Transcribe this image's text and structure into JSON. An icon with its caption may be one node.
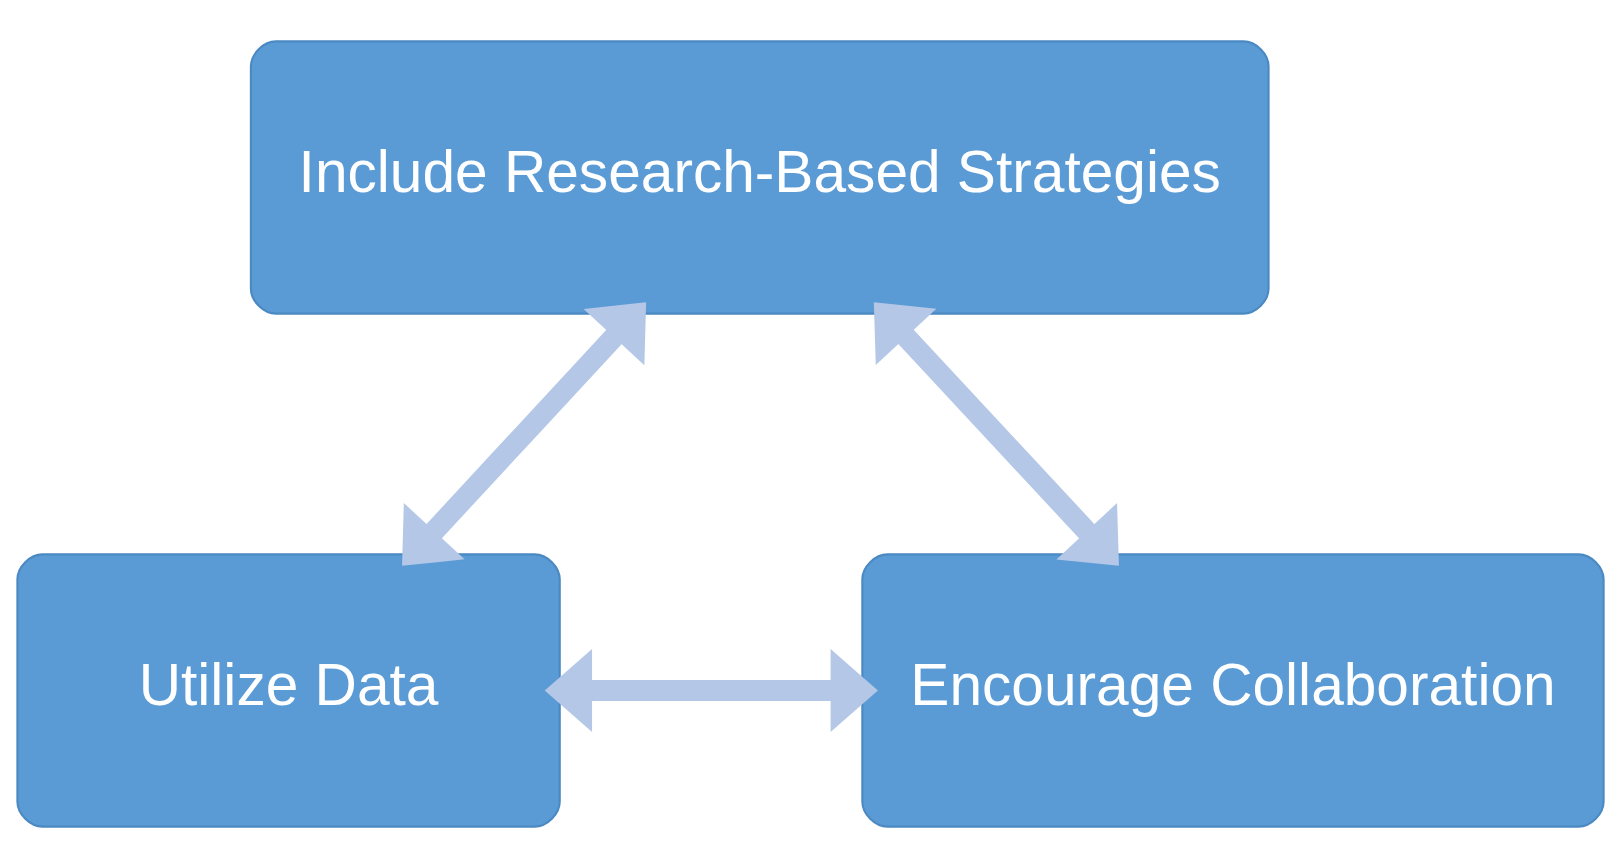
{
  "diagram": {
    "nodes": [
      {
        "text": [
          "Include Research-Based Strategies"
        ]
      },
      {
        "text": [
          "Utilize Data"
        ]
      },
      {
        "text": [
          "Encourage Collaboration"
        ]
      }
    ],
    "edges": [
      {
        "from": 0,
        "to": 1,
        "arrow": "both"
      },
      {
        "from": 0,
        "to": 2,
        "arrow": "both"
      },
      {
        "from": 1,
        "to": 2,
        "arrow": "both"
      }
    ]
  }
}
